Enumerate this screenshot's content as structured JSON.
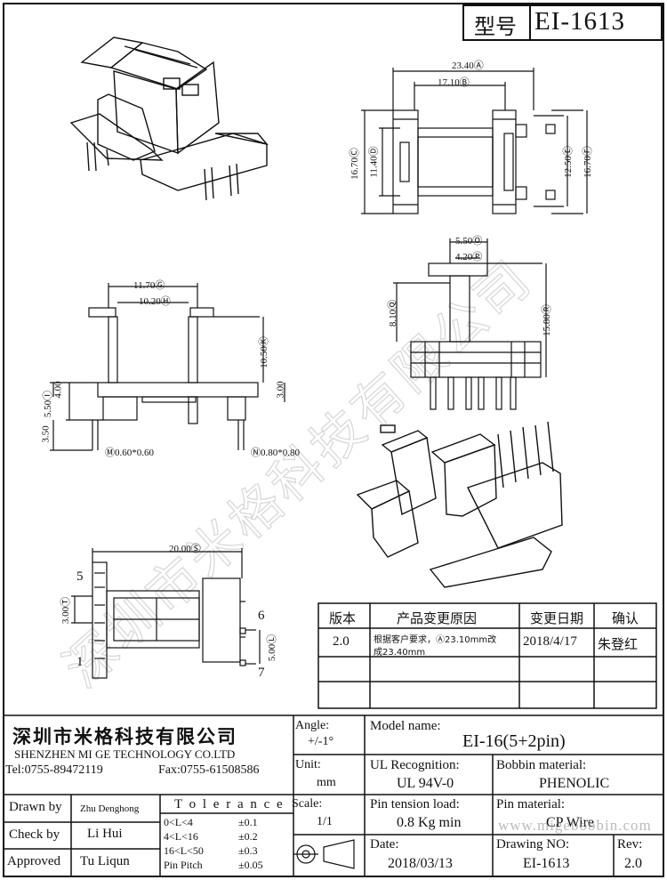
{
  "header": {
    "type_label": "型号",
    "model": "EI-1613"
  },
  "dimensions": {
    "top_view": [
      "23.40Ⓐ",
      "17.10Ⓑ",
      "16.70Ⓒ",
      "11.40Ⓓ",
      "12.50Ⓔ",
      "16.70Ⓕ"
    ],
    "side_view": [
      "5.50Ⓞ",
      "4.20Ⓟ",
      "8.10Ⓠ",
      "15.80Ⓡ"
    ],
    "front_view": [
      "11.70Ⓖ",
      "10.20Ⓗ",
      "10.50Ⓚ",
      "4.00",
      "5.50Ⓘ",
      "3.00",
      "3.50",
      "Ⓜ0.60*0.60",
      "Ⓝ0.80*0.80"
    ],
    "bottom_view": [
      "20.00Ⓢ",
      "3.00Ⓣ",
      "5.00Ⓛ"
    ],
    "pins": [
      "5",
      "1",
      "6",
      "7"
    ]
  },
  "watermark": {
    "text": "深圳市米格科技有限公司",
    "url": "www.migebobbin.com"
  },
  "revision_table": {
    "headers": [
      "版本",
      "产品变更原因",
      "变更日期",
      "确认"
    ],
    "rows": [
      {
        "version": "2.0",
        "reason_line1": "根据客户要求，Ⓐ23.10mm改",
        "reason_line2": "成23.40mm",
        "date": "2018/4/17",
        "confirm": "朱登红"
      }
    ]
  },
  "title_block": {
    "company_cn": "深圳市米格科技有限公司",
    "company_en": "SHENZHEN  MI GE TECHNOLOGY  CO.LTD",
    "tel": "Tel:0755-89472119",
    "fax": "Fax:0755-61508586",
    "angle_label": "Angle:",
    "angle_value": "+/-1°",
    "unit_label": "Unit:",
    "unit_value": "mm",
    "scale_label": "Scale:",
    "scale_value": "1/1",
    "model_name_label": "Model name:",
    "model_name_value": "EI-16(5+2pin)",
    "ul_label": "UL Recognition:",
    "ul_value": "UL 94V-0",
    "bobbin_label": "Bobbin material:",
    "bobbin_value": "PHENOLIC",
    "pin_tension_label": "Pin tension load:",
    "pin_tension_value": "0.8 Kg min",
    "pin_material_label": "Pin material:",
    "pin_material_value": "CP Wire",
    "date_label": "Date:",
    "date_value": "2018/03/13",
    "drawing_no_label": "Drawing NO:",
    "drawing_no_value": "EI-1613",
    "rev_label": "Rev:",
    "rev_value": "2.0",
    "drawn_by_label": "Drawn by",
    "drawn_by_value": "Zhu Denghong",
    "check_by_label": "Check by",
    "check_by_value": "Li Hui",
    "approved_label": "Approved",
    "approved_value": "Tu Liqun",
    "tolerance_title": "T o l e r a n c e",
    "tolerances": [
      {
        "range": "0<L<4",
        "value": "±0.1"
      },
      {
        "range": "4<L<16",
        "value": "±0.2"
      },
      {
        "range": "16<L<50",
        "value": "±0.3"
      },
      {
        "range": "Pin Pitch",
        "value": "±0.05"
      }
    ]
  }
}
